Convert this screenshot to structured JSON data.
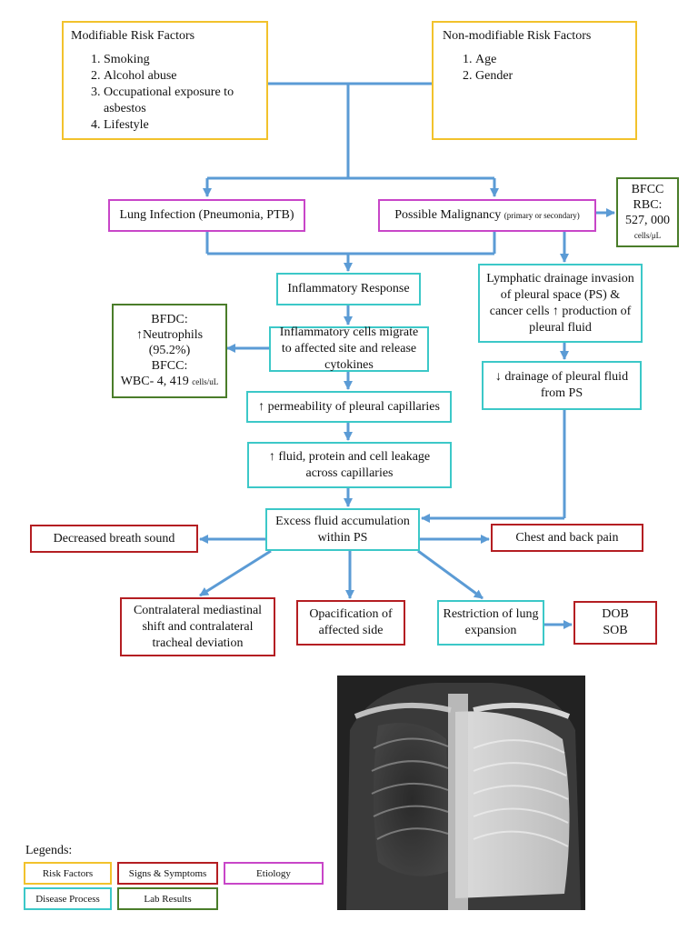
{
  "risk_modifiable": {
    "title": "Modifiable Risk Factors",
    "items": [
      "Smoking",
      "Alcohol abuse",
      "Occupational exposure to asbestos",
      "Lifestyle"
    ]
  },
  "risk_nonmodifiable": {
    "title": "Non-modifiable Risk Factors",
    "items": [
      "Age",
      "Gender"
    ]
  },
  "etiology": {
    "lung_infection": "Lung Infection (Pneumonia, PTB)",
    "malignancy": "Possible Malignancy",
    "malignancy_note": "(primary or secondary)"
  },
  "lab_rbc": {
    "line1": "BFCC",
    "line2": "RBC:",
    "line3": "527, 000",
    "unit": "cells/μL"
  },
  "lab_wbc": {
    "line1": "BFDC:",
    "line2": "↑Neutrophils",
    "line3": "(95.2%)",
    "line4": "BFCC:",
    "line5": "WBC- 4, 419",
    "unit": "cells/uL"
  },
  "process": {
    "inflammatory_response": "Inflammatory Response",
    "cells_migrate": "Inflammatory cells migrate to affected site and release cytokines",
    "permeability": "↑ permeability of pleural capillaries",
    "leakage": "↑ fluid, protein and cell leakage across capillaries",
    "excess_fluid": "Excess fluid accumulation within PS",
    "lymphatic": "Lymphatic drainage invasion of pleural space (PS) & cancer cells ↑ production of pleural fluid",
    "drainage": "↓ drainage of pleural fluid from PS",
    "restriction": "Restriction of lung expansion"
  },
  "signs": {
    "breath_sound": "Decreased breath sound",
    "chest_pain": "Chest and back pain",
    "mediastinal_shift": "Contralateral mediastinal shift and contralateral tracheal deviation",
    "opacification": "Opacification of affected side",
    "dob": "DOB",
    "sob": "SOB"
  },
  "legend": {
    "title": "Legends:",
    "risk": "Risk Factors",
    "signs": "Signs & Symptoms",
    "etiology": "Etiology",
    "disease": "Disease Process",
    "lab": "Lab Results"
  },
  "colors": {
    "risk": "#f2c22c",
    "signs": "#b41e22",
    "etiology": "#c846c8",
    "process": "#3cc8c8",
    "lab": "#4a7d2a",
    "arrow": "#5b9bd5"
  },
  "xray_image": "chest-x-ray-image"
}
